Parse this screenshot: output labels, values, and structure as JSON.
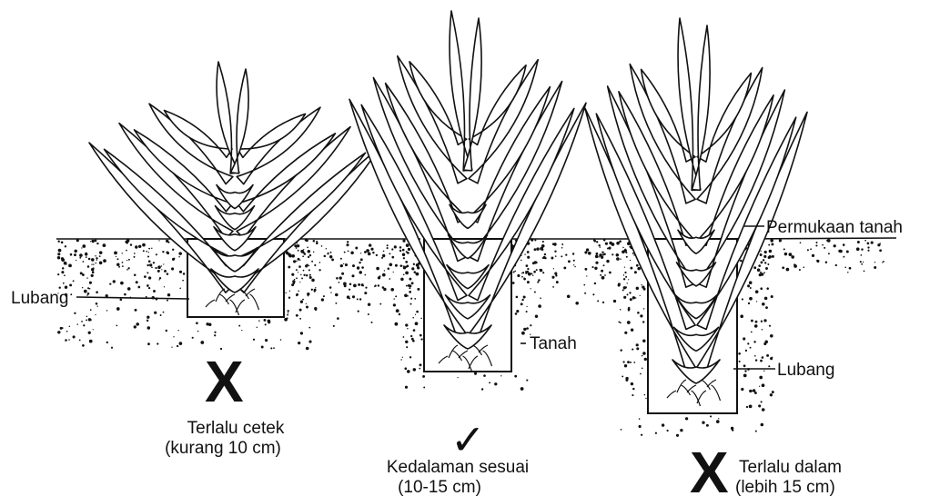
{
  "labels": {
    "surface": "Permukaan tanah",
    "hole_left": "Lubang",
    "soil": "Tanah",
    "hole_right": "Lubang"
  },
  "panels": [
    {
      "mark": "X",
      "caption_line1": "Terlalu cetek",
      "caption_line2": "(kurang 10 cm)"
    },
    {
      "mark": "✓",
      "caption_line1": "Kedalaman sesuai",
      "caption_line2": "(10-15 cm)"
    },
    {
      "mark": "X",
      "caption_line1": "Terlalu dalam",
      "caption_line2": "(lebih 15 cm)"
    }
  ]
}
